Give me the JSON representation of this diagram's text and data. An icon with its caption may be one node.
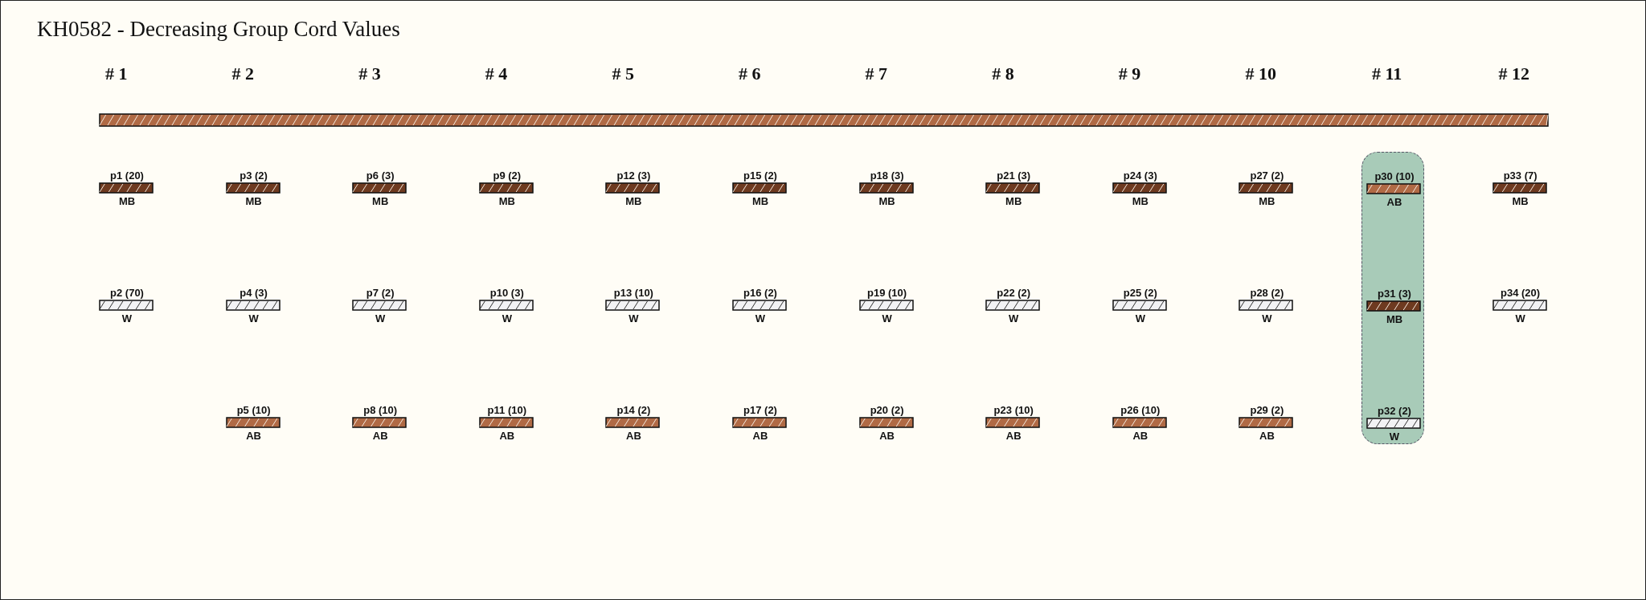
{
  "diagram": {
    "title": "KH0582 - Decreasing Group Cord Values",
    "nodes": [
      {
        "text": [],
        "shape": "bar"
      },
      {
        "text": [
          "p1 (20)",
          "MB"
        ]
      },
      {
        "text": [
          "p2 (70)",
          "W"
        ]
      },
      {
        "text": [
          "p3 (2)",
          "MB"
        ]
      },
      {
        "text": [
          "p4 (3)",
          "W"
        ]
      },
      {
        "text": [
          "p5 (10)",
          "AB"
        ]
      },
      {
        "text": [
          "p6 (3)",
          "MB"
        ]
      },
      {
        "text": [
          "p7 (2)",
          "W"
        ]
      },
      {
        "text": [
          "p8 (10)",
          "AB"
        ]
      },
      {
        "text": [
          "p9 (2)",
          "MB"
        ]
      },
      {
        "text": [
          "p10 (3)",
          "W"
        ]
      },
      {
        "text": [
          "p11 (10)",
          "AB"
        ]
      },
      {
        "text": [
          "p12 (3)",
          "MB"
        ]
      },
      {
        "text": [
          "p13 (10)",
          "W"
        ]
      },
      {
        "text": [
          "p14 (2)",
          "AB"
        ]
      },
      {
        "text": [
          "p15 (2)",
          "MB"
        ]
      },
      {
        "text": [
          "p16 (2)",
          "W"
        ]
      },
      {
        "text": [
          "p17 (2)",
          "AB"
        ]
      },
      {
        "text": [
          "p18 (3)",
          "MB"
        ]
      },
      {
        "text": [
          "p19 (10)",
          "W"
        ]
      },
      {
        "text": [
          "p20 (2)",
          "AB"
        ]
      },
      {
        "text": [
          "p21 (3)",
          "MB"
        ]
      },
      {
        "text": [
          "p22 (2)",
          "W"
        ]
      },
      {
        "text": [
          "p23 (10)",
          "AB"
        ]
      },
      {
        "text": [
          "p24 (3)",
          "MB"
        ]
      },
      {
        "text": [
          "p25 (2)",
          "W"
        ]
      },
      {
        "text": [
          "p26 (10)",
          "AB"
        ]
      },
      {
        "text": [
          "p27 (2)",
          "MB"
        ]
      },
      {
        "text": [
          "p28 (2)",
          "W"
        ]
      },
      {
        "text": [
          "p29 (2)",
          "AB"
        ]
      },
      {
        "text": [],
        "shape": "box"
      },
      {
        "text": [
          "p30 (10)",
          "AB"
        ],
        "in": 30
      },
      {
        "text": [
          "p31 (3)",
          "MB"
        ],
        "in": 30
      },
      {
        "text": [
          "p32 (2)",
          "W"
        ],
        "in": 30
      },
      {
        "text": [
          "p33 (7)",
          "MB"
        ]
      },
      {
        "text": [
          "p34 (20)",
          "W"
        ]
      }
    ],
    "labels": [
      "# 1",
      "# 2",
      "# 3",
      "# 4",
      "# 5",
      "# 6",
      "# 7",
      "# 8",
      "# 9",
      "# 10",
      "# 11",
      "# 12"
    ]
  }
}
